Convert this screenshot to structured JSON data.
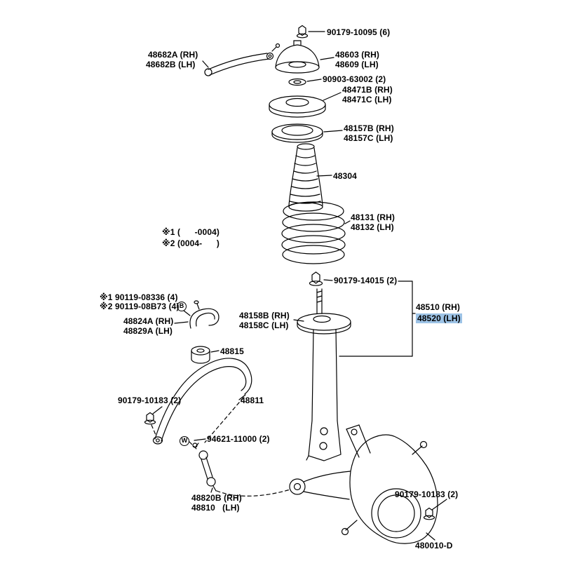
{
  "colors": {
    "highlight": "#9dc3e6",
    "line": "#000000",
    "background": "#ffffff"
  },
  "diagram": {
    "code": "480010-D",
    "callouts": {
      "nut_top": "90179-10095 (6)",
      "bracket_rh": "48682A (RH)",
      "bracket_lh": "48682B (LH)",
      "support_rh": "48603 (RH)",
      "support_lh": "48609 (LH)",
      "bearing": "90903-63002 (2)",
      "upper_seat_rh": "48471B (RH)",
      "upper_seat_lh": "48471C (LH)",
      "upper_insulator_rh": "48157B (RH)",
      "upper_insulator_lh": "48157C (LH)",
      "dust_cover": "48304",
      "coil_spring_rh": "48131 (RH)",
      "coil_spring_lh": "48132 (LH)",
      "note_applicability_1": "※1 (      -0004)",
      "note_applicability_2": "※2 (0004-      )",
      "rod_nut": "90179-14015 (2)",
      "strut_rh": "48510 (RH)",
      "strut_lh": "48520 (LH)",
      "note_bolt_1": "※1 90119-08336 (4)",
      "note_bolt_2": "※2 90119-08B73 (4)",
      "circle_b": "B",
      "stab_bracket_rh": "48824A (RH)",
      "stab_bracket_lh": "48829A (LH)",
      "lower_insulator_rh": "48158B (RH)",
      "lower_insulator_lh": "48158C (LH)",
      "stab_bushing": "48815",
      "stab_nut": "90179-10183 (2)",
      "stab_bar": "48811",
      "circle_w": "W",
      "washer": "94621-11000 (2)",
      "link_rh": "48820B (RH)",
      "link_lh": "48810   (LH)",
      "knuckle_nut": "90179-10183 (2)"
    }
  }
}
